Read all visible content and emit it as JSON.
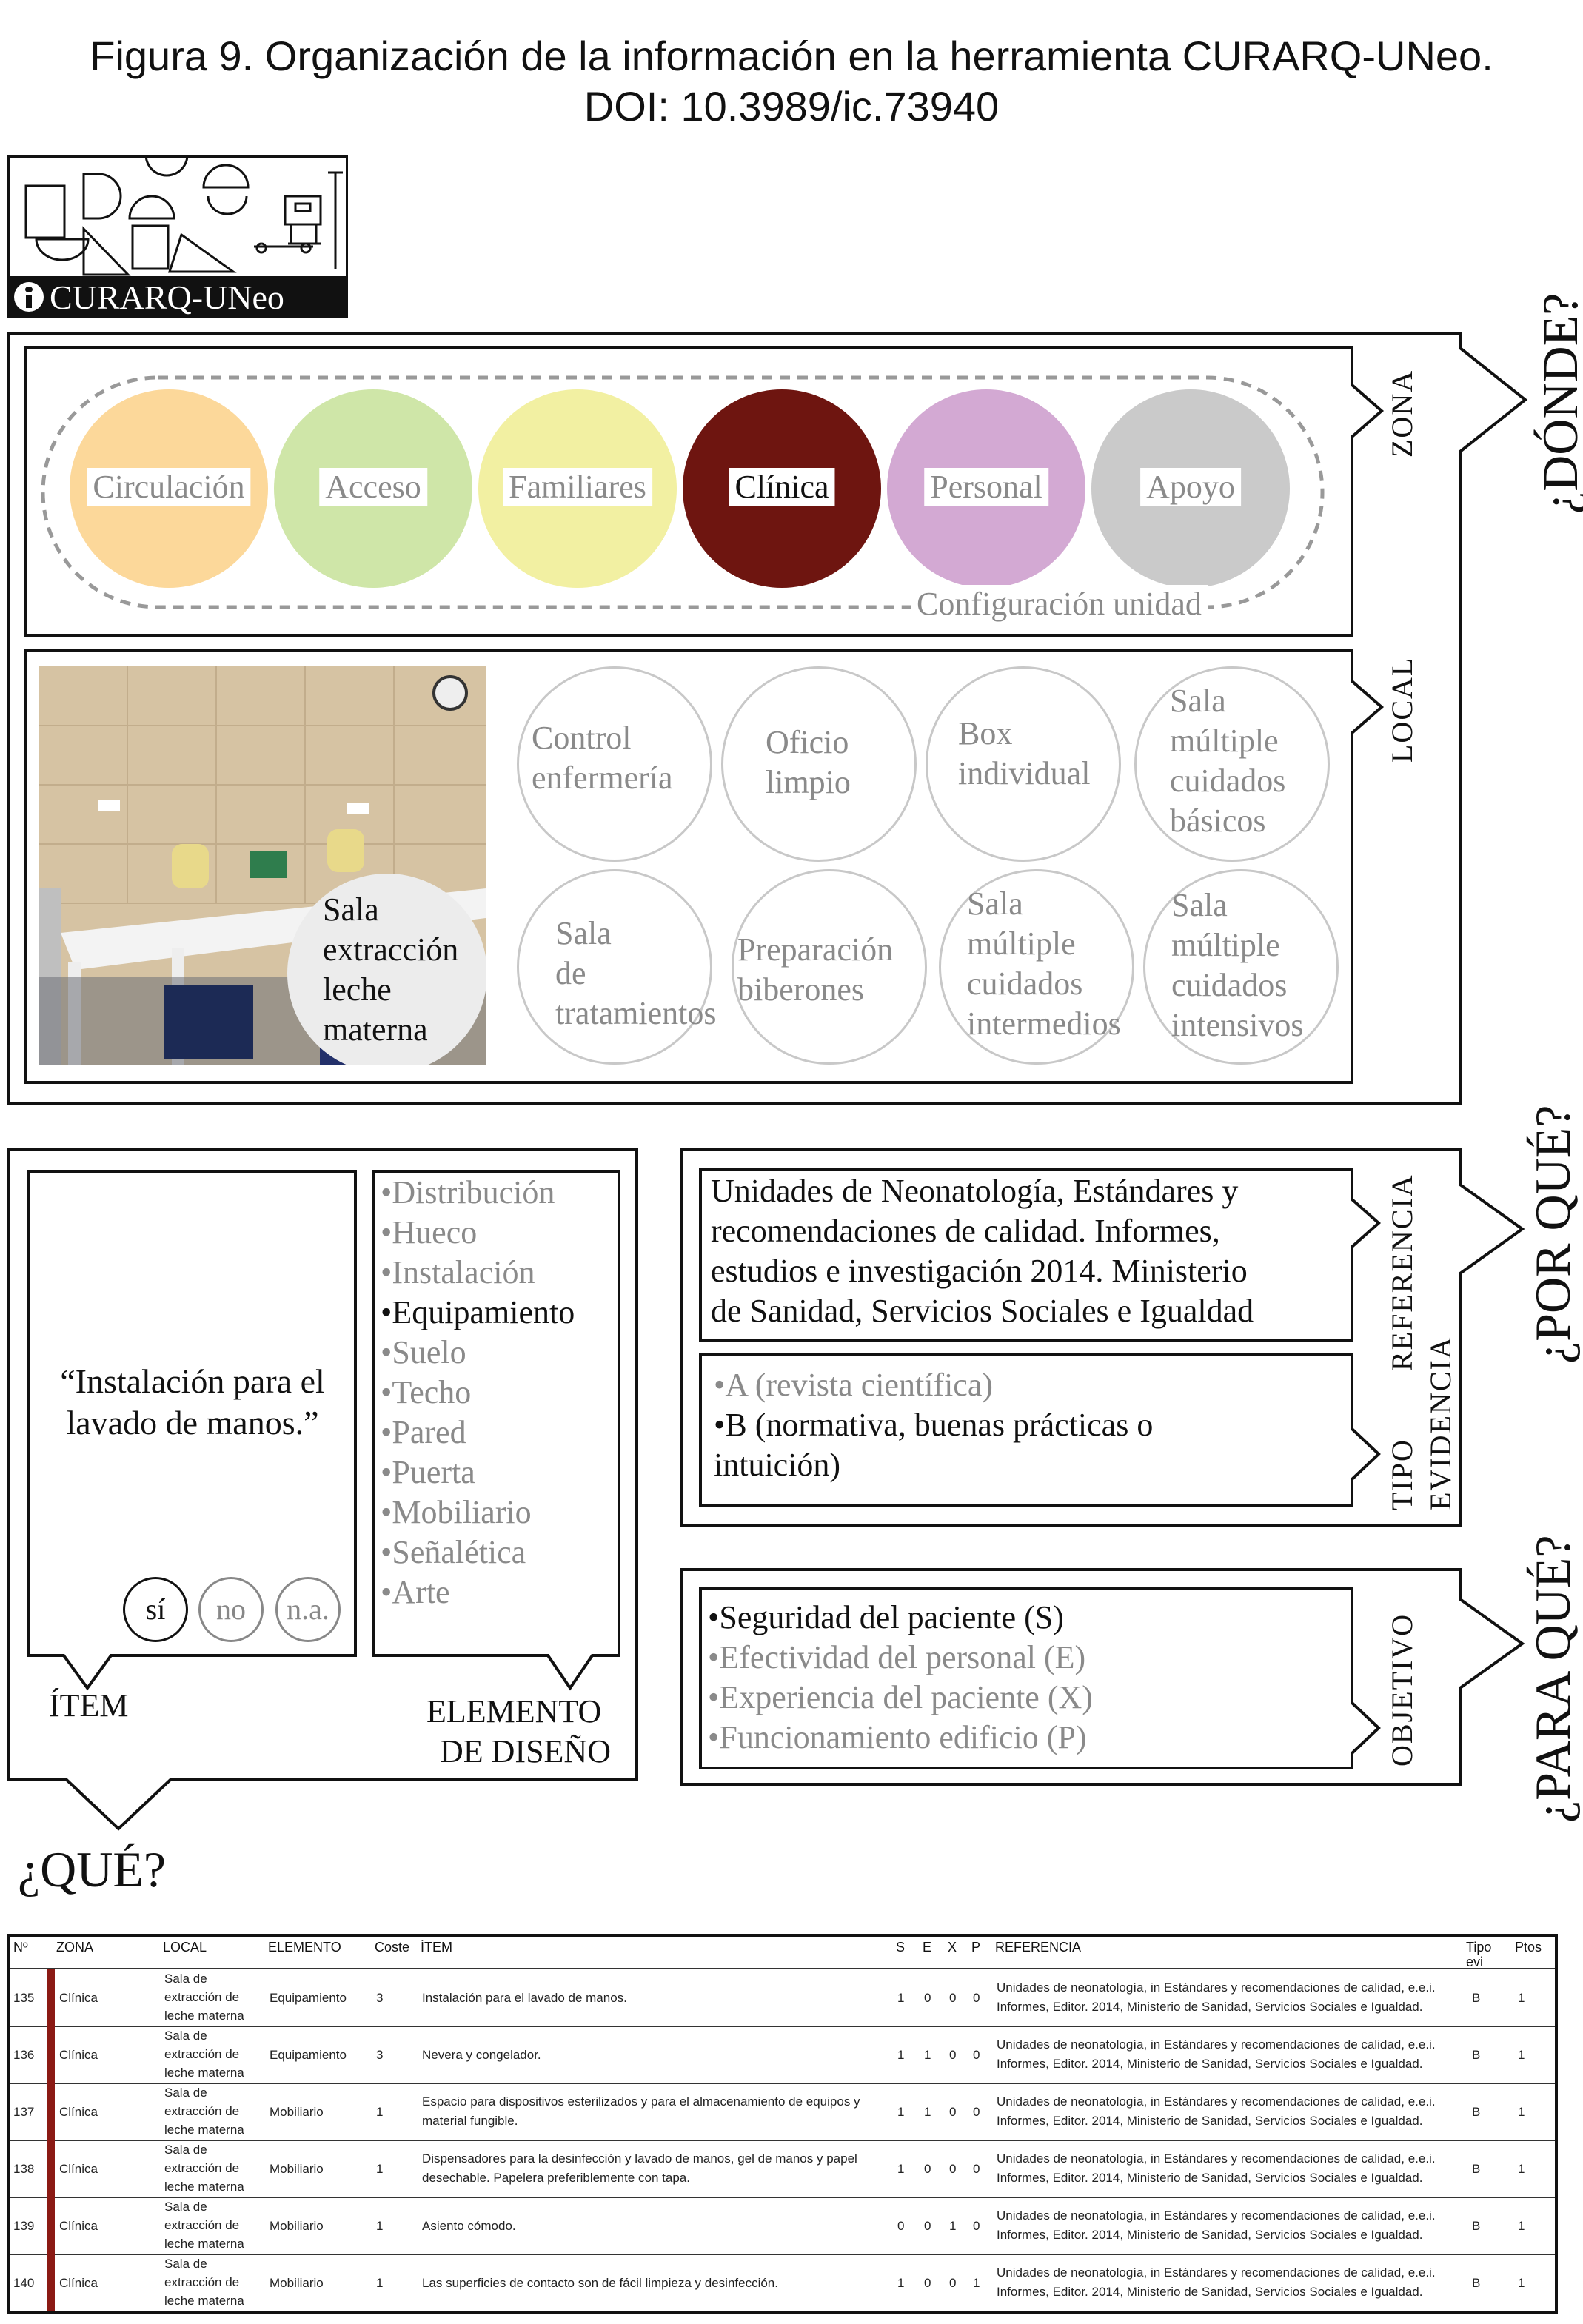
{
  "figure": {
    "title_line1": "Figura 9. Organización de la información en la herramienta CURARQ-UNeo.",
    "title_line2": "DOI: 10.3989/ic.73940"
  },
  "logo": {
    "text": "CURARQ-UNeo"
  },
  "zona": {
    "side_label": "ZONA",
    "items": [
      {
        "label": "Circulación",
        "color": "#fcd89a",
        "selected": false
      },
      {
        "label": "Acceso",
        "color": "#cfe6a8",
        "selected": false
      },
      {
        "label": "Familiares",
        "color": "#f2f0a2",
        "selected": false
      },
      {
        "label": "Clínica",
        "color": "#6e1510",
        "selected": true
      },
      {
        "label": "Personal",
        "color": "#d3a9d3",
        "selected": false
      },
      {
        "label": "Apoyo",
        "color": "#cacaca",
        "selected": false
      }
    ],
    "config_label": "Configuración unidad"
  },
  "local": {
    "side_label": "LOCAL",
    "photo_label": "Sala\nextracción\nleche\nmaterna",
    "items": [
      "Control\nenfermería",
      "Oficio\nlimpio",
      "Box\nindividual",
      "Sala\nmúltiple\ncuidados\nbásicos",
      "Sala\nde\ntratamientos",
      "Preparación\nbiberones",
      "Sala\nmúltiple\ncuidados\nintermedios",
      "Sala\nmúltiple\ncuidados\nintensivos"
    ]
  },
  "donde_label": "¿DÓNDE?",
  "item": {
    "text": "“Instalación para el lavado de manos.”",
    "options": [
      "sí",
      "no",
      "n.a."
    ],
    "caption": "ÍTEM"
  },
  "elemento": {
    "items": [
      {
        "label": "•Distribución",
        "active": false
      },
      {
        "label": "•Hueco",
        "active": false
      },
      {
        "label": "•Instalación",
        "active": false
      },
      {
        "label": "•Equipamiento",
        "active": true
      },
      {
        "label": "•Suelo",
        "active": false
      },
      {
        "label": "•Techo",
        "active": false
      },
      {
        "label": "•Pared",
        "active": false
      },
      {
        "label": "•Puerta",
        "active": false
      },
      {
        "label": "•Mobiliario",
        "active": false
      },
      {
        "label": "•Señalética",
        "active": false
      },
      {
        "label": "•Arte",
        "active": false
      }
    ],
    "caption_line1": "ELEMENTO",
    "caption_line2": "DE DISEÑO"
  },
  "que_label": "¿QUÉ?",
  "referencia": {
    "side_label": "REFERENCIA",
    "text_lines": [
      "Unidades de Neonatología, Estándares y",
      "recomendaciones de calidad. Informes,",
      "estudios e investigación 2014. Ministerio",
      "de Sanidad, Servicios Sociales e Igualdad"
    ]
  },
  "evidencia": {
    "side_label_1": "TIPO",
    "side_label_2": "EVIDENCIA",
    "items": [
      {
        "label": "•A (revista científica)",
        "active": false
      },
      {
        "label": "•B (normativa, buenas prácticas o",
        "active": true
      },
      {
        "label": "intuición)",
        "active": true
      }
    ]
  },
  "porque_label": "¿POR QUÉ?",
  "objetivo": {
    "side_label": "OBJETIVO",
    "items": [
      {
        "label": "•Seguridad del paciente (S)",
        "active": true
      },
      {
        "label": "•Efectividad del personal (E)",
        "active": false
      },
      {
        "label": "•Experiencia del paciente (X)",
        "active": false
      },
      {
        "label": "•Funcionamiento edificio (P)",
        "active": false
      }
    ]
  },
  "paraque_label": "¿PARA QUÉ?",
  "table": {
    "headers": [
      "Nº",
      "ZONA",
      "LOCAL",
      "ELEMENTO",
      "Coste",
      "ÍTEM",
      "S",
      "E",
      "X",
      "P",
      "REFERENCIA",
      "Tipo evi",
      "Ptos"
    ],
    "zone_color": "#8b1a14",
    "rows": [
      {
        "n": "135",
        "zona": "Clínica",
        "local": [
          "Sala de",
          "extracción de",
          "leche materna"
        ],
        "elemento": "Equipamiento",
        "coste": "3",
        "item": [
          "Instalación para el lavado de manos."
        ],
        "s": "1",
        "e": "0",
        "x": "0",
        "p": "0",
        "ref": [
          "Unidades de neonatología, in Estándares y recomendaciones de calidad, e.e.i.",
          "Informes, Editor. 2014, Ministerio de Sanidad, Servicios Sociales e Igualdad."
        ],
        "tipo": "B",
        "ptos": "1"
      },
      {
        "n": "136",
        "zona": "Clínica",
        "local": [
          "Sala de",
          "extracción de",
          "leche materna"
        ],
        "elemento": "Equipamiento",
        "coste": "3",
        "item": [
          "Nevera y congelador."
        ],
        "s": "1",
        "e": "1",
        "x": "0",
        "p": "0",
        "ref": [
          "Unidades de neonatología, in Estándares y recomendaciones de calidad, e.e.i.",
          "Informes, Editor. 2014, Ministerio de Sanidad, Servicios Sociales e Igualdad."
        ],
        "tipo": "B",
        "ptos": "1"
      },
      {
        "n": "137",
        "zona": "Clínica",
        "local": [
          "Sala de",
          "extracción de",
          "leche materna"
        ],
        "elemento": "Mobiliario",
        "coste": "1",
        "item": [
          "Espacio para dispositivos esterilizados y para el almacenamiento de equipos y",
          "material fungible."
        ],
        "s": "1",
        "e": "1",
        "x": "0",
        "p": "0",
        "ref": [
          "Unidades de neonatología, in Estándares y recomendaciones de calidad, e.e.i.",
          "Informes, Editor. 2014, Ministerio de Sanidad, Servicios Sociales e Igualdad."
        ],
        "tipo": "B",
        "ptos": "1"
      },
      {
        "n": "138",
        "zona": "Clínica",
        "local": [
          "Sala de",
          "extracción de",
          "leche materna"
        ],
        "elemento": "Mobiliario",
        "coste": "1",
        "item": [
          "Dispensadores para la desinfección y lavado de manos, gel de manos y papel",
          "desechable. Papelera preferiblemente con tapa."
        ],
        "s": "1",
        "e": "0",
        "x": "0",
        "p": "0",
        "ref": [
          "Unidades de neonatología, in Estándares y recomendaciones de calidad, e.e.i.",
          "Informes, Editor. 2014, Ministerio de Sanidad, Servicios Sociales e Igualdad."
        ],
        "tipo": "B",
        "ptos": "1"
      },
      {
        "n": "139",
        "zona": "Clínica",
        "local": [
          "Sala de",
          "extracción de",
          "leche materna"
        ],
        "elemento": "Mobiliario",
        "coste": "1",
        "item": [
          "Asiento cómodo."
        ],
        "s": "0",
        "e": "0",
        "x": "1",
        "p": "0",
        "ref": [
          "Unidades de neonatología, in Estándares y recomendaciones de calidad, e.e.i.",
          "Informes, Editor. 2014, Ministerio de Sanidad, Servicios Sociales e Igualdad."
        ],
        "tipo": "B",
        "ptos": "1"
      },
      {
        "n": "140",
        "zona": "Clínica",
        "local": [
          "Sala de",
          "extracción de",
          "leche materna"
        ],
        "elemento": "Mobiliario",
        "coste": "1",
        "item": [
          "Las superficies de contacto son de fácil limpieza y desinfección."
        ],
        "s": "1",
        "e": "0",
        "x": "0",
        "p": "1",
        "ref": [
          "Unidades de neonatología, in Estándares y recomendaciones de calidad, e.e.i.",
          "Informes, Editor. 2014, Ministerio de Sanidad, Servicios Sociales e Igualdad."
        ],
        "tipo": "B",
        "ptos": "1"
      }
    ]
  }
}
